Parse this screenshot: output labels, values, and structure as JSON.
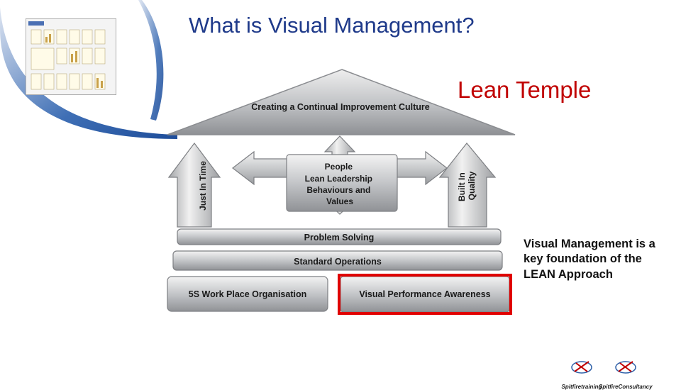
{
  "title": "What is Visual Management?",
  "subtitle": "Lean Temple",
  "note": "Visual Management is a key foundation of the LEAN Approach",
  "temple": {
    "roof": "Creating a Continual Improvement Culture",
    "center": [
      "People",
      "Lean Leadership",
      "Behaviours and",
      "Values"
    ],
    "left_pillar": "Just In Time",
    "right_pillar": [
      "Built In",
      "Quality"
    ],
    "tiers": {
      "problem_solving": "Problem Solving",
      "standard_operations": "Standard Operations",
      "base_left": "5S Work Place Organisation",
      "base_right": "Visual Performance Awareness"
    },
    "highlight_color": "#e00000"
  },
  "logos": {
    "training": "Spitfiretraining",
    "consultancy": "SpitfireConsultancy"
  },
  "colors": {
    "title": "#1f3a8a",
    "subtitle": "#c00000",
    "swoosh": "#2c5fa8",
    "grey": "#b9bbbe"
  }
}
